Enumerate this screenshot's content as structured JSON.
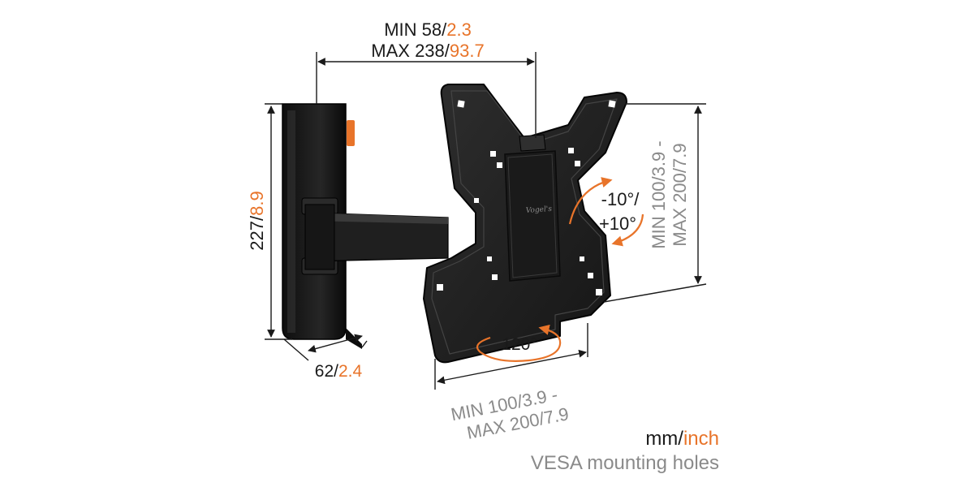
{
  "dimensions": {
    "arm_extension": {
      "min_mm": "MIN 58/",
      "min_inch": "2.3",
      "max_mm": "MAX 238/",
      "max_inch": "93.7"
    },
    "wall_plate_height": {
      "mm": "227/",
      "inch": "8.9"
    },
    "wall_plate_width": {
      "mm": "62/",
      "inch": "2.4"
    },
    "vesa_horizontal": {
      "line1": "MIN 100/3.9 -",
      "line2": "MAX 200/7.9"
    },
    "vesa_vertical": {
      "line1": "MIN 100/3.9 -",
      "line2": "MAX 200/7.9"
    }
  },
  "angles": {
    "tilt_line1": "-10°/",
    "tilt_line2": "+10°",
    "swivel": "120°"
  },
  "legend": {
    "unit_mm": "mm/",
    "unit_inch": "inch",
    "note": "VESA mounting holes"
  },
  "colors": {
    "accent": "#e8742a",
    "dimension_gray": "#8a8a8a",
    "text_dark": "#1a1a1a",
    "product_black": "#1e1e1e"
  }
}
